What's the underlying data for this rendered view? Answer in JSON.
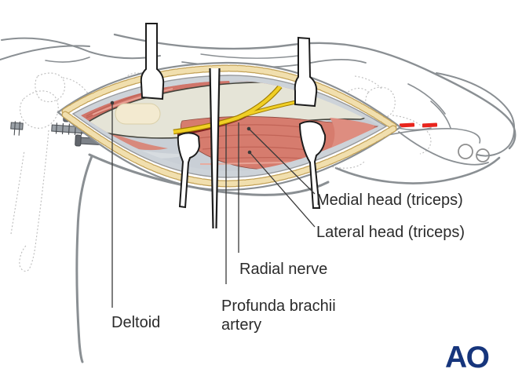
{
  "figure": {
    "labels": {
      "medial_head": "Medial head (triceps)",
      "lateral_head": "Lateral head (triceps)",
      "radial_nerve": "Radial nerve",
      "profunda_brachii": {
        "line1": "Profunda brachii",
        "line2": "artery"
      },
      "deltoid": "Deltoid"
    },
    "logo": {
      "text": "AO",
      "color": "#16357c"
    },
    "colors": {
      "incision_red": "#e8251d",
      "nerve_yellow": "#f0cf25",
      "nerve_outline": "#a07c00",
      "artery_red": "#7d1f1f",
      "muscle_red": "#d0756a",
      "bone_cream": "#e5e4d7",
      "fat_cream": "#f1dfae",
      "fat_outline": "#c3a258",
      "fascia_gray": "#cdd3d9",
      "outline_gray": "#8a8f93",
      "label_text": "#2b2b2b"
    }
  }
}
